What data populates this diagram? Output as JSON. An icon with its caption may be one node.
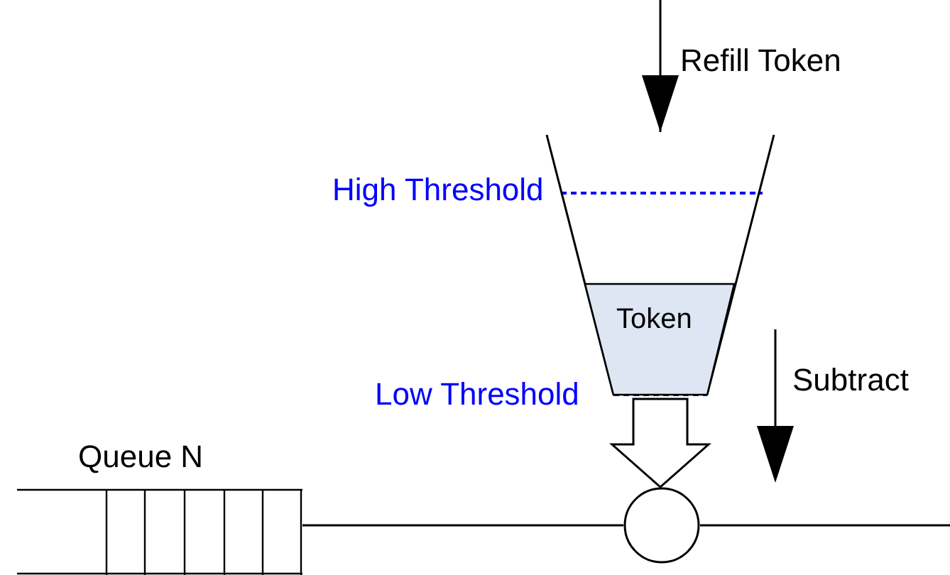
{
  "diagram": {
    "nodes": [
      {
        "text": [],
        "shape": "bucket"
      },
      {
        "text": [
          "Token"
        ],
        "in": 0
      },
      {
        "text": [
          "Queue N"
        ]
      },
      {
        "text": [],
        "shape": "circle"
      }
    ],
    "edges": [
      {
        "from": null,
        "to": 0,
        "arrow": "to",
        "label": "Refill Token"
      },
      {
        "from": 0,
        "to": 3,
        "arrow": "to"
      },
      {
        "from": 2,
        "to": 3,
        "arrow": "none"
      },
      {
        "from": 3,
        "to": null,
        "arrow": "none"
      }
    ],
    "labels": [
      "High Threshold",
      "Low Threshold",
      "Subtract"
    ]
  }
}
